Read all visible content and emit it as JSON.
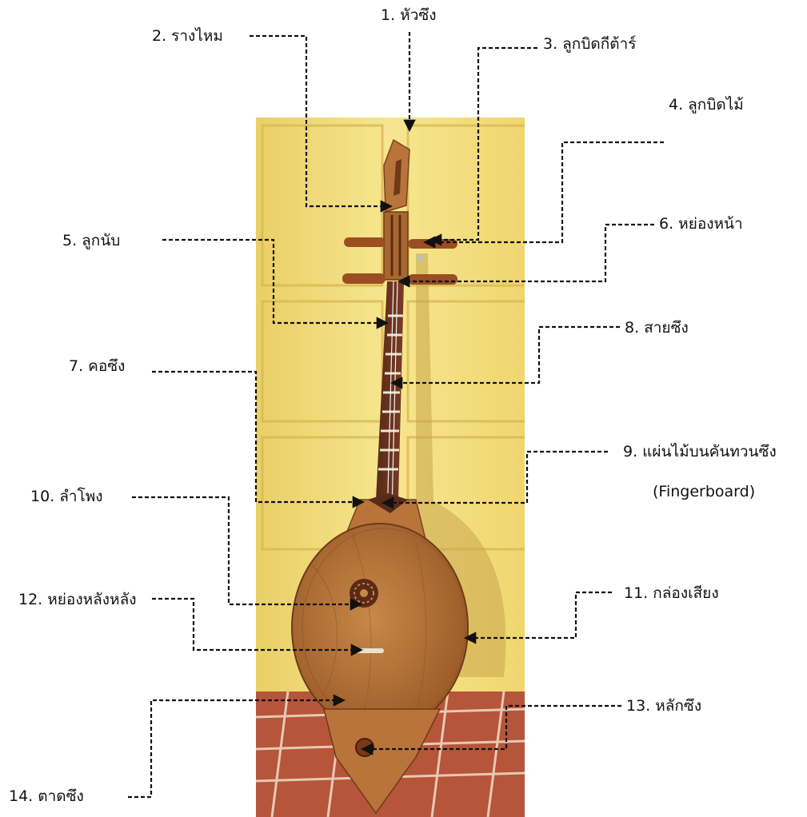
{
  "labels": {
    "l1": "1.  หัวซึง",
    "l2": "2.  รางไหม",
    "l3": "3.  ลูกบิดกีต้าร์",
    "l4": "4.  ลูกบิดไม้",
    "l5": "5.  ลูกนับ",
    "l6": "6.  หย่องหน้า",
    "l7": "7.  คอซึง",
    "l8": "8.  สายซึง",
    "l9": "9.  แผ่นไม้บนคันทวนซึง",
    "l9b": "(Fingerboard)",
    "l10": "10.  ลำโพง",
    "l11": "11.  กล่องเสียง",
    "l12": "12.  หย่องหลังหลัง",
    "l13": "13.  หลักซึง",
    "l14": "14.  ตาดซึง"
  },
  "colors": {
    "wall": "#f3dd7a",
    "wood": "#b8743a",
    "brick": "#b6553a",
    "leader": "#111111"
  }
}
